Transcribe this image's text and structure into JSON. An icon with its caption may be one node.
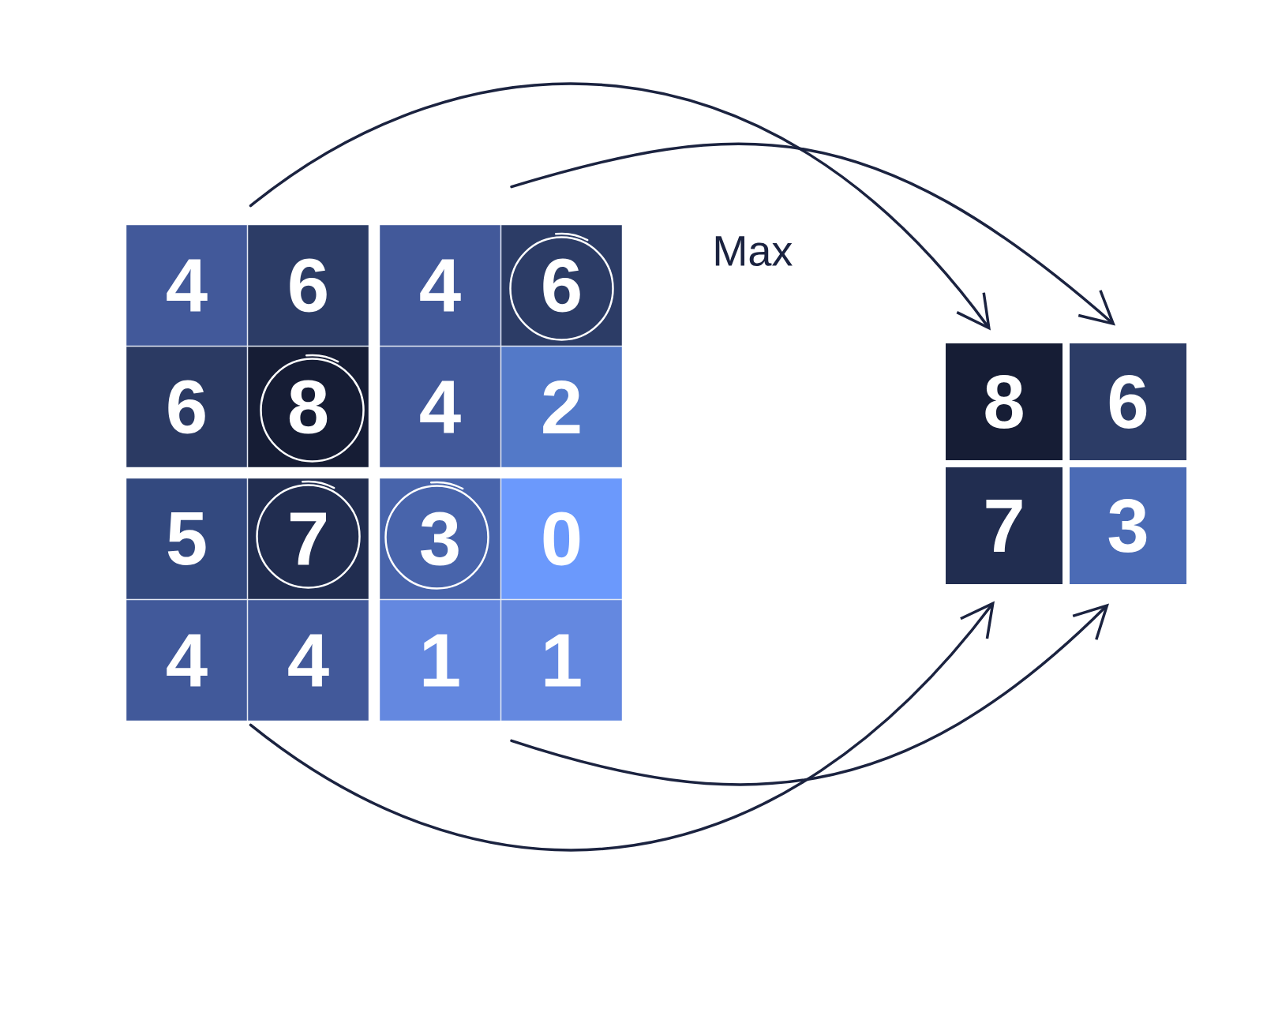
{
  "diagram": {
    "nodes": [
      {
        "text": [],
        "shape": "box"
      },
      {
        "text": [
          "4"
        ],
        "in": 0
      },
      {
        "text": [
          "6"
        ],
        "in": 0
      },
      {
        "text": [
          "6"
        ],
        "in": 0
      },
      {
        "text": [
          "8"
        ],
        "in": 0
      },
      {
        "text": [],
        "shape": "box"
      },
      {
        "text": [
          "4"
        ],
        "in": 5
      },
      {
        "text": [
          "6"
        ],
        "in": 5
      },
      {
        "text": [
          "4"
        ],
        "in": 5
      },
      {
        "text": [
          "2"
        ],
        "in": 5
      },
      {
        "text": [],
        "shape": "box"
      },
      {
        "text": [
          "5"
        ],
        "in": 10
      },
      {
        "text": [
          "7"
        ],
        "in": 10
      },
      {
        "text": [
          "4"
        ],
        "in": 10
      },
      {
        "text": [
          "4"
        ],
        "in": 10
      },
      {
        "text": [],
        "shape": "box"
      },
      {
        "text": [
          "3"
        ],
        "in": 15
      },
      {
        "text": [
          "0"
        ],
        "in": 15
      },
      {
        "text": [
          "1"
        ],
        "in": 15
      },
      {
        "text": [
          "1"
        ],
        "in": 15
      },
      {
        "text": [
          "8"
        ]
      },
      {
        "text": [
          "6"
        ]
      },
      {
        "text": [
          "7"
        ]
      },
      {
        "text": [
          "3"
        ]
      }
    ],
    "edges": [
      {
        "from": 0,
        "to": 20,
        "arrow": "to"
      },
      {
        "from": 5,
        "to": 21,
        "arrow": "to"
      },
      {
        "from": 10,
        "to": 22,
        "arrow": "to"
      },
      {
        "from": 15,
        "to": 23,
        "arrow": "to"
      }
    ],
    "labels": [
      "Max"
    ]
  }
}
